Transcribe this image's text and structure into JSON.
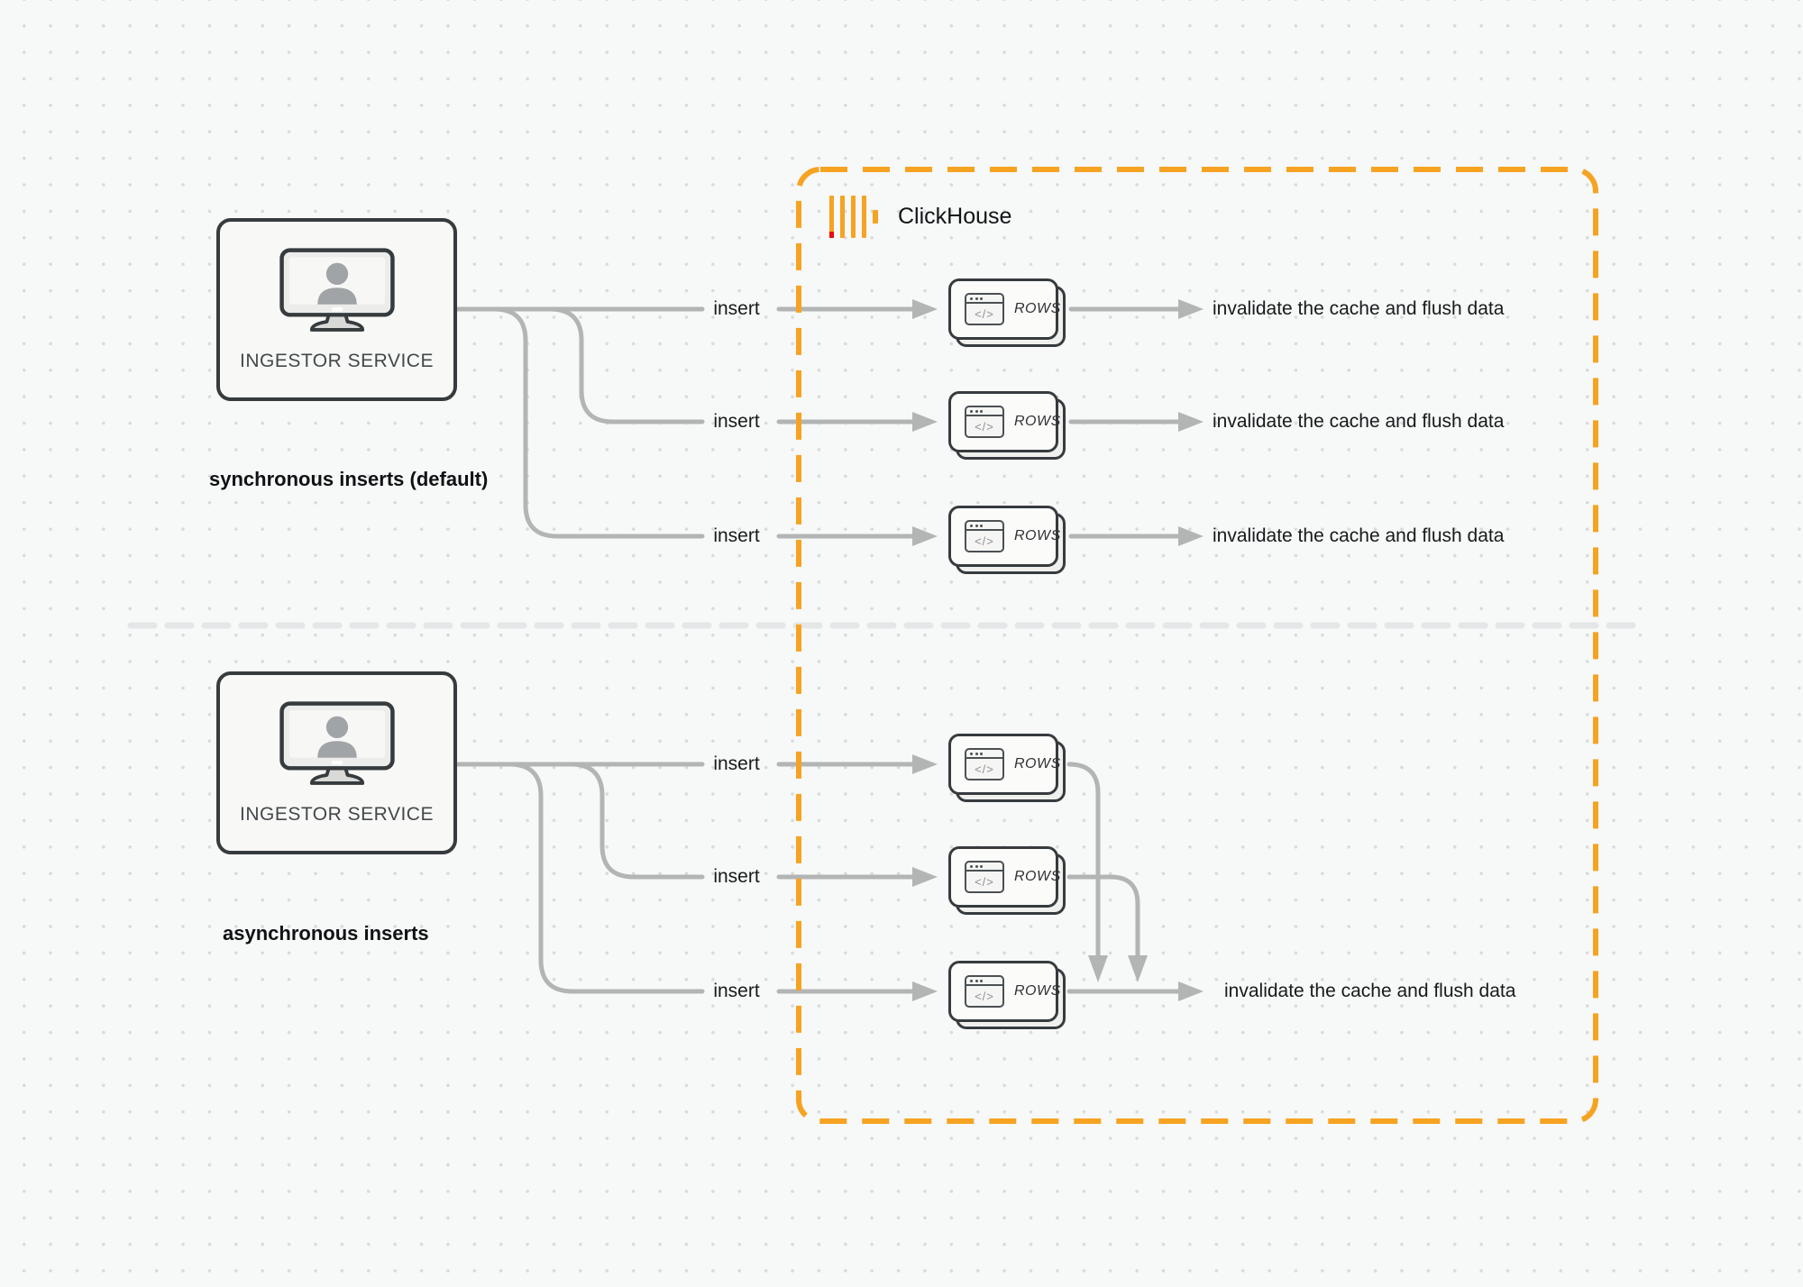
{
  "diagram": {
    "clickhouse_label": "ClickHouse",
    "ingestor_label": "INGESTOR SERVICE",
    "sync_caption": "synchronous inserts (default)",
    "async_caption": "asynchronous inserts",
    "insert_label": "insert",
    "invalidate_label": "invalidate the cache and flush data",
    "rows_label": "ROWS",
    "code_glyph": "</>"
  },
  "colors": {
    "accent_orange": "#F6A322",
    "logo_red": "#EC0B0B",
    "line_gray": "#B3B4B4",
    "divider_gray": "#E4E6E7",
    "box_border": "#363B3E",
    "text_dark": "#17191B"
  }
}
